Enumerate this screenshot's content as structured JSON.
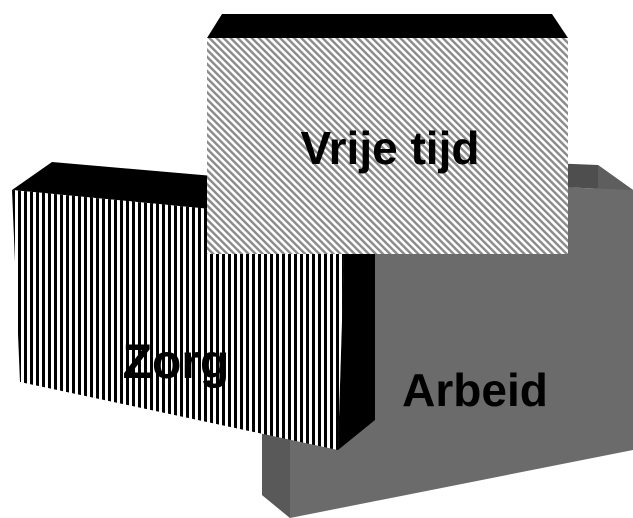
{
  "blocks": {
    "arbeid": {
      "label": "Arbeid",
      "fill": "#6b6b6b",
      "side": "#5a5a5a",
      "top": "#4e4e4e"
    },
    "zorg": {
      "label": "Zorg",
      "pattern": "vertical-stripes",
      "fill": "#000000"
    },
    "vrije_tijd": {
      "label": "Vrije tijd",
      "pattern": "diagonal-hatch",
      "fill": "#8a8a8a"
    }
  },
  "colors": {
    "background": "#ffffff",
    "text": "#000000",
    "edge": "#000000"
  }
}
